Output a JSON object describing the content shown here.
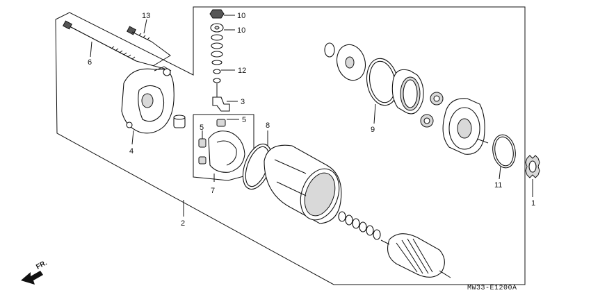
{
  "diagram": {
    "callouts": [
      {
        "id": "c1",
        "text": "1"
      },
      {
        "id": "c2",
        "text": "2"
      },
      {
        "id": "c3",
        "text": "3"
      },
      {
        "id": "c4",
        "text": "4"
      },
      {
        "id": "c5a",
        "text": "5"
      },
      {
        "id": "c5b",
        "text": "5"
      },
      {
        "id": "c6",
        "text": "6"
      },
      {
        "id": "c7",
        "text": "7"
      },
      {
        "id": "c8",
        "text": "8"
      },
      {
        "id": "c9",
        "text": "9"
      },
      {
        "id": "c10a",
        "text": "10"
      },
      {
        "id": "c10b",
        "text": "10"
      },
      {
        "id": "c11",
        "text": "11"
      },
      {
        "id": "c12",
        "text": "12"
      },
      {
        "id": "c13",
        "text": "13"
      }
    ],
    "direction_label": "FR.",
    "diagram_code": "MW33-E1200A"
  },
  "colors": {
    "line": "#111111",
    "background": "#ffffff",
    "shade": "#d9d9d9"
  }
}
